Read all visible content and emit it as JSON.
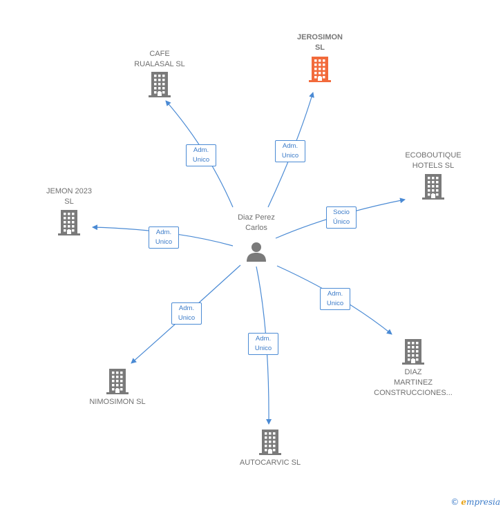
{
  "center": {
    "label": "Diaz Perez\nCarlos",
    "icon": "person-icon"
  },
  "nodes": [
    {
      "id": "cafe-rualasal",
      "label": "CAFE\nRUALASAL  SL",
      "icon": "building-icon",
      "highlight": false,
      "edge_label": "Adm.\nUnico"
    },
    {
      "id": "jerosimon",
      "label": "JEROSIMON\nSL",
      "icon": "building-icon",
      "highlight": true,
      "edge_label": "Adm.\nUnico"
    },
    {
      "id": "ecoboutique",
      "label": "ECOBOUTIQUE\nHOTELS  SL",
      "icon": "building-icon",
      "highlight": false,
      "edge_label": "Socio\nÚnico"
    },
    {
      "id": "jemon-2023",
      "label": "JEMON 2023\nSL",
      "icon": "building-icon",
      "highlight": false,
      "edge_label": "Adm.\nUnico"
    },
    {
      "id": "diaz-martinez",
      "label": "DIAZ\nMARTINEZ\nCONSTRUCCIONES...",
      "icon": "building-icon",
      "highlight": false,
      "edge_label": "Adm.\nUnico"
    },
    {
      "id": "nimosimon",
      "label": "NIMOSIMON SL",
      "icon": "building-icon",
      "highlight": false,
      "edge_label": "Adm.\nUnico"
    },
    {
      "id": "autocarvic",
      "label": "AUTOCARVIC SL",
      "icon": "building-icon",
      "highlight": false,
      "edge_label": "Adm.\nUnico"
    }
  ],
  "colors": {
    "edge": "#4a8ad4",
    "building": "#7a7a7a",
    "building_highlight": "#f26a3b",
    "person": "#7a7a7a"
  },
  "watermark": {
    "copyright": "©",
    "brand_first": "e",
    "brand_rest": "mpresia"
  }
}
